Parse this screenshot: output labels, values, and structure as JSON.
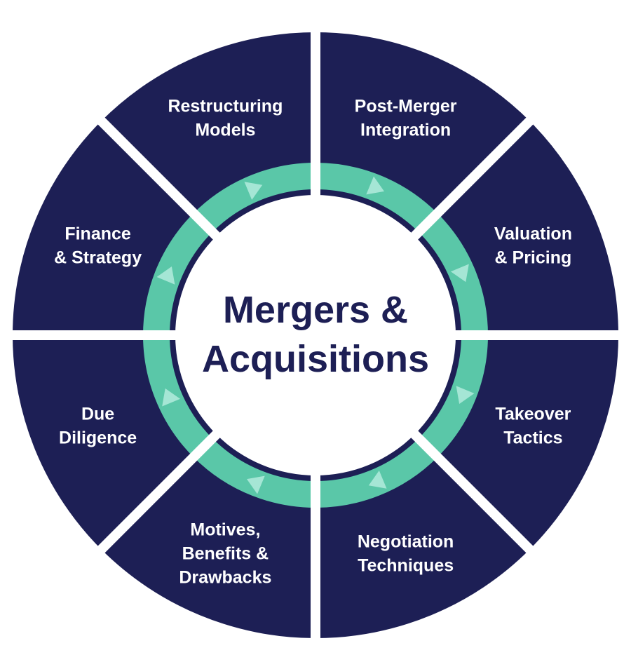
{
  "colors": {
    "segment": "#1d1f55",
    "ring": "#5ac7a8",
    "ring_arrow": "#b3ebdd",
    "label": "#ffffff",
    "center_text": "#1d1f55",
    "background": "#ffffff"
  },
  "center": {
    "line1": "Mergers &",
    "line2": "Acquisitions"
  },
  "segments": [
    {
      "lines": [
        "Post-Merger",
        "Integration"
      ]
    },
    {
      "lines": [
        "Valuation",
        "& Pricing"
      ]
    },
    {
      "lines": [
        "Takeover",
        "Tactics"
      ]
    },
    {
      "lines": [
        "Negotiation",
        "Techniques"
      ]
    },
    {
      "lines": [
        "Motives,",
        "Benefits &",
        "Drawbacks"
      ]
    },
    {
      "lines": [
        "Due",
        "Diligence"
      ]
    },
    {
      "lines": [
        "Finance",
        "& Strategy"
      ]
    },
    {
      "lines": [
        "Restructuring",
        "Models"
      ]
    }
  ]
}
